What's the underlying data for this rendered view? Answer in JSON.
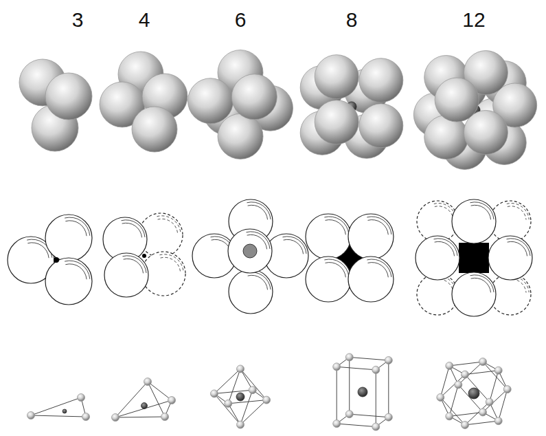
{
  "diagram": {
    "labels": [
      "3",
      "4",
      "6",
      "8",
      "12"
    ]
  }
}
